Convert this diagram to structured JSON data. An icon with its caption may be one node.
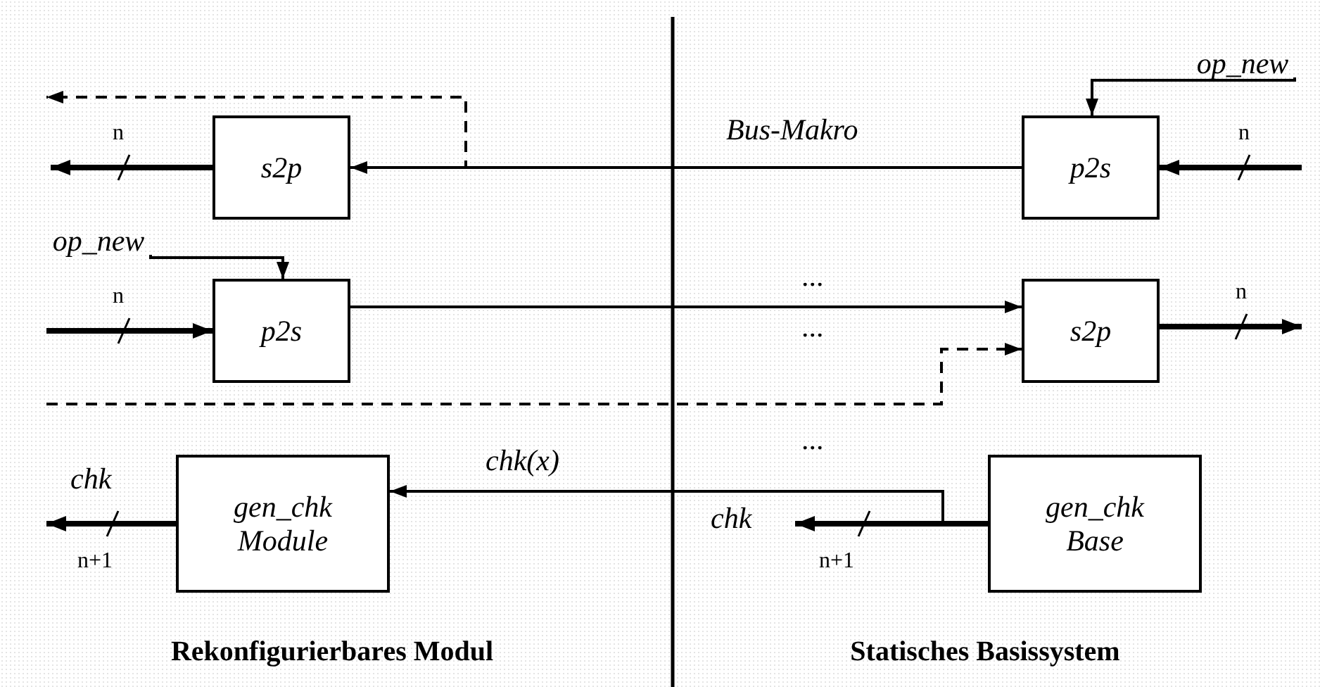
{
  "diagram": {
    "nodes": [
      {
        "text": [
          "op_new"
        ]
      },
      {
        "text": [
          "s2p"
        ]
      },
      {
        "text": [
          "p2s"
        ]
      },
      {
        "text": [
          "op_new"
        ]
      },
      {
        "text": [
          "p2s"
        ]
      },
      {
        "text": [
          "s2p"
        ]
      },
      {
        "text": [
          "gen_chk Module"
        ]
      },
      {
        "text": [
          "gen_chk Base"
        ]
      }
    ],
    "edges": [
      {
        "from": 0,
        "to": 2,
        "arrow": "to"
      },
      {
        "from": null,
        "to": 2,
        "arrow": "to",
        "label": "n",
        "style": "thick"
      },
      {
        "from": 2,
        "to": 1,
        "arrow": "to",
        "label": "Bus-Makro"
      },
      {
        "from": 2,
        "to": null,
        "arrow": "to",
        "style": "dashed"
      },
      {
        "from": 1,
        "to": null,
        "arrow": "to",
        "label": "n",
        "style": "thick"
      },
      {
        "from": 3,
        "to": 4,
        "arrow": "to"
      },
      {
        "from": null,
        "to": 4,
        "arrow": "to",
        "label": "n",
        "style": "thick"
      },
      {
        "from": 4,
        "to": 5,
        "arrow": "to"
      },
      {
        "from": null,
        "to": 5,
        "arrow": "to",
        "style": "dashed"
      },
      {
        "from": 5,
        "to": null,
        "arrow": "to",
        "label": "n",
        "style": "thick"
      },
      {
        "from": 7,
        "to": 6,
        "arrow": "to",
        "label": "chk(x)"
      },
      {
        "from": 7,
        "to": null,
        "arrow": "to",
        "label": "n+1",
        "style": "thick"
      },
      {
        "from": 6,
        "to": null,
        "arrow": "to",
        "label": "n+1",
        "style": "thick"
      }
    ],
    "labels": [
      "...",
      "...",
      "...",
      "chk",
      "chk",
      "Rekonfigurierbares Modul",
      "Statisches Basissystem"
    ]
  }
}
